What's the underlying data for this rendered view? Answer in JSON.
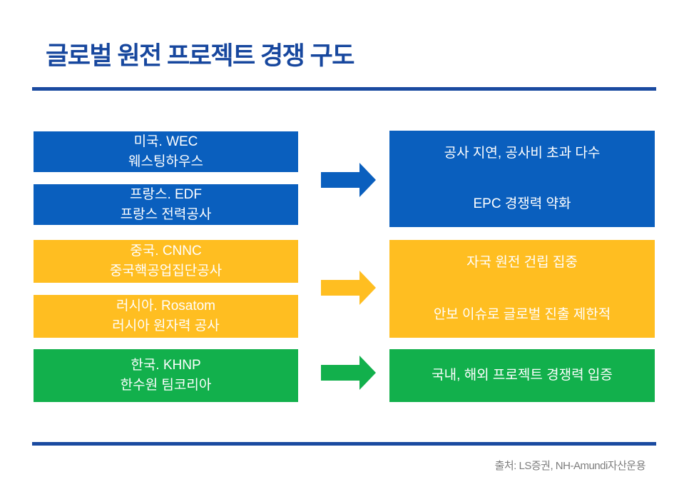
{
  "title": "글로벌 원전 프로젝트 경쟁 구도",
  "colors": {
    "blue": "#0A5FBE",
    "yellow": "#FFBE21",
    "green": "#12B04C",
    "title_navy": "#17479E",
    "divider_blue": "#1A4AA0",
    "source_gray": "#7D7D7D",
    "box_text": "#FFFFFF"
  },
  "left_boxes": [
    {
      "line1": "미국. WEC",
      "line2": "웨스팅하우스",
      "color": "blue"
    },
    {
      "line1": "프랑스. EDF",
      "line2": "프랑스 전력공사",
      "color": "blue"
    },
    {
      "line1": "중국. CNNC",
      "line2": "중국핵공업집단공사",
      "color": "yellow"
    },
    {
      "line1": "러시아. Rosatom",
      "line2": "러시아 원자력 공사",
      "color": "yellow"
    },
    {
      "line1": "한국. KHNP",
      "line2": "한수원 팀코리아",
      "color": "green"
    }
  ],
  "right_boxes": [
    {
      "line1": "공사 지연, 공사비 초과 다수",
      "line2": "EPC 경쟁력 약화",
      "color": "blue"
    },
    {
      "line1": "자국 원전 건립 집중",
      "line2": "안보 이슈로 글로벌 진출 제한적",
      "color": "yellow"
    },
    {
      "line1": "국내, 해외 프로젝트 경쟁력 입증",
      "color": "green"
    }
  ],
  "arrows": [
    {
      "name": "blue-arrow",
      "color": "blue"
    },
    {
      "name": "yellow-arrow",
      "color": "yellow"
    },
    {
      "name": "green-arrow",
      "color": "green"
    }
  ],
  "source": "출처: LS증권, NH-Amundi자산운용"
}
